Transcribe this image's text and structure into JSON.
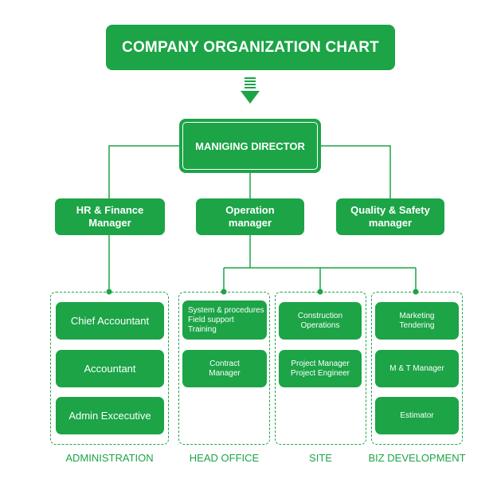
{
  "title": "COMPANY ORGANIZATION CHART",
  "managing_director": "MANIGING DIRECTOR",
  "managers": {
    "hr_finance": "HR &  Finance\nManager",
    "operation": "Operation\nmanager",
    "quality_safety": "Quality & Safety\nmanager"
  },
  "administration": {
    "label": "ADMINISTRATION",
    "roles": [
      "Chief Accountant",
      "Accountant",
      "Admin Excecutive"
    ]
  },
  "head_office": {
    "label": "HEAD OFFICE",
    "roles": [
      "System & procedures\nField support\nTraining",
      "Contract\nManager"
    ]
  },
  "site": {
    "label": "SITE",
    "roles": [
      "Construction\nOperations",
      "Project Manager\nProject Engineer"
    ]
  },
  "biz_development": {
    "label": "BIZ DEVELOPMENT",
    "roles": [
      "Marketing\nTendering",
      "M & T Manager",
      "Estimator"
    ]
  },
  "colors": {
    "primary": "#1ca446",
    "text_on_primary": "#ffffff"
  },
  "icons": [
    "down-arrow-icon"
  ]
}
